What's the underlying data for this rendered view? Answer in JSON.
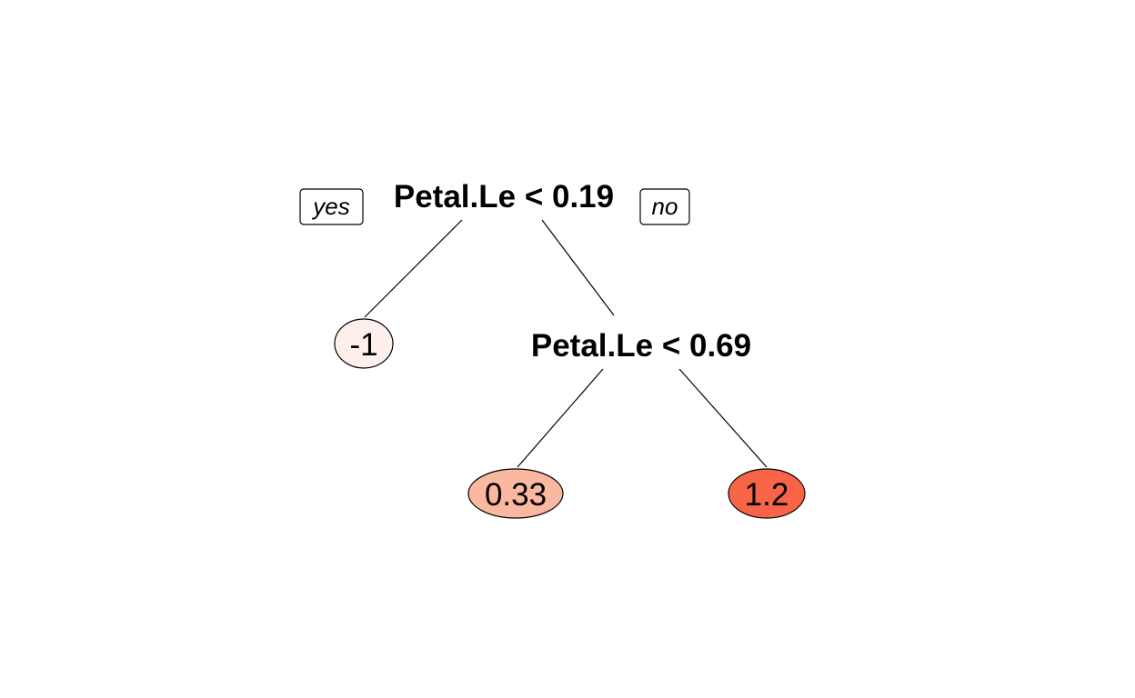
{
  "tree": {
    "root": {
      "label": "Petal.Le < 0.19",
      "yes_label": "yes",
      "no_label": "no"
    },
    "node2": {
      "label": "Petal.Le < 0.69"
    },
    "leaves": [
      {
        "value": "-1",
        "fill": "#fdf0ec"
      },
      {
        "value": "0.33",
        "fill": "#fbb8a0"
      },
      {
        "value": "1.2",
        "fill": "#f76448"
      }
    ]
  }
}
